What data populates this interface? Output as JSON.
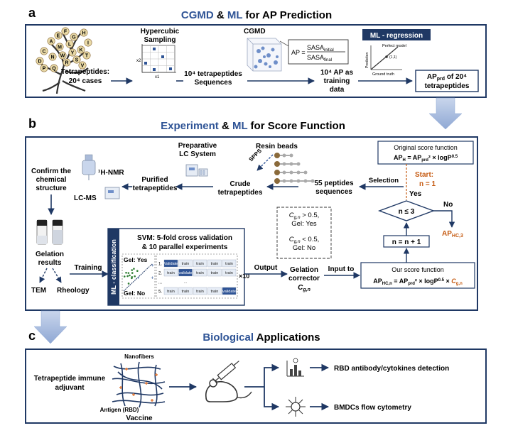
{
  "panel_a": {
    "letter": "a",
    "title_parts": [
      "CGMD",
      " & ",
      "ML",
      " for AP Prediction"
    ],
    "tetrapeptides": "Tetrapeptides:",
    "cases": "20⁴ cases",
    "hypercubic": "Hypercubic",
    "sampling": "Sampling",
    "x1": "x1",
    "x2": "x2",
    "sequences_l1": "10⁴ tetrapeptides",
    "sequences_l2": "Sequences",
    "cgmd": "CGMD",
    "ap_eq": "AP =",
    "sasa_initial": "SASA",
    "sasa_initial_sub": "initial",
    "sasa_final": "SASA",
    "sasa_final_sub": "final",
    "training_l1": "10⁴ AP as",
    "training_l2": "training",
    "training_l3": "data",
    "ml_regression": "ML - regression",
    "perfect_model": "Perfect model",
    "point_label": "(1,1)",
    "pred_axis": "Prediction",
    "truth_axis": "Ground truth",
    "ap_prd_l1": "AP",
    "ap_prd_sub": "prd",
    "ap_prd_l1b": " of 20⁴",
    "ap_prd_l2": "tetrapeptides",
    "letters": [
      "A",
      "C",
      "D",
      "E",
      "F",
      "G",
      "H",
      "I",
      "K",
      "L",
      "M",
      "N",
      "P",
      "Q",
      "R",
      "S",
      "T",
      "V",
      "W",
      "Y"
    ]
  },
  "panel_b": {
    "letter": "b",
    "title_parts": [
      "Experiment",
      " & ",
      "ML",
      " for Score Function"
    ],
    "original_title": "Original score function",
    "original_eq": "AP",
    "original_sub": "H",
    "original_rest": " = AP",
    "original_prd": "prd",
    "original_tail": "² × logP",
    "original_exp": "0.5",
    "start": "Start:",
    "n1": "n = 1",
    "yes": "Yes",
    "no": "No",
    "cond": "n ≤ 3",
    "ap_hc3": "AP",
    "ap_hc3_sub": "HC,3",
    "increment": "n = n + 1",
    "our_title": "Our score function",
    "our_eq": "AP",
    "our_sub": "HC,n",
    "our_mid": " = AP",
    "our_prd": "prd",
    "our_tail": "² × logP",
    "our_exp": "0.5",
    "our_times": " × ",
    "our_c": "C",
    "our_c_sub": "g,n",
    "selection": "Selection",
    "peptides_l1": "55 peptides",
    "peptides_l2": "sequences",
    "resin": "Resin beads",
    "spps": "SPPS",
    "prep_l1": "Preparative",
    "prep_l2": "LC System",
    "crude_l1": "Crude",
    "crude_l2": "tetrapeptides",
    "purified_l1": "Purified",
    "purified_l2": "tetrapeptides",
    "confirm_l1": "Confirm the",
    "confirm_l2": "chemical",
    "confirm_l3": "structure",
    "hnmr": "¹H-NMR",
    "lcms": "LC-MS",
    "gelation_l1": "Gelation",
    "gelation_l2": "results",
    "tem": "TEM",
    "rheology": "Rheology",
    "training": "Training",
    "ml_class": "ML - classification",
    "svm_l1": "SVM: 5-fold cross validation",
    "svm_l2": "& 10 parallel experiments",
    "gel_yes": "Gel: Yes",
    "gel_no": "Gel: No",
    "cv_rows": [
      [
        "1.",
        "Validate",
        "train",
        "train",
        "train",
        "train"
      ],
      [
        "2.",
        "train",
        "validate",
        "train",
        "train",
        "train"
      ],
      [
        "...",
        "",
        "...",
        "",
        "",
        ""
      ],
      [
        "5.",
        "train",
        "train",
        "train",
        "train",
        "validate"
      ]
    ],
    "x10": "×10",
    "output": "Output",
    "input_to": "Input to",
    "corrector_l1": "Gelation",
    "corrector_l2": "corrector",
    "corrector_c": "C",
    "corrector_sub": "g,n",
    "rule1_c": "C",
    "rule1_sub": "g,n",
    "rule1_rest": " > 0.5,",
    "rule1_gel": "Gel: Yes",
    "rule2_c": "C",
    "rule2_sub": "g,n",
    "rule2_rest": " < 0.5,",
    "rule2_gel": "Gel: No"
  },
  "panel_c": {
    "letter": "c",
    "title_parts": [
      "Biological",
      " Applications"
    ],
    "adjuvant_l1": "Tetrapeptide immune",
    "adjuvant_l2": "adjuvant",
    "nanofibers": "Nanofibers",
    "antigen": "Antigen (RBD)",
    "vaccine": "Vaccine",
    "rbd": "RBD antibody/cytokines detection",
    "bmdc": "BMDCs flow cytometry"
  },
  "colors": {
    "accent_blue": "#2f5496",
    "orange": "#c55a11",
    "box_border": "#1f3864",
    "arrow": "#1f3864",
    "big_arrow": "#b4c7e7"
  }
}
